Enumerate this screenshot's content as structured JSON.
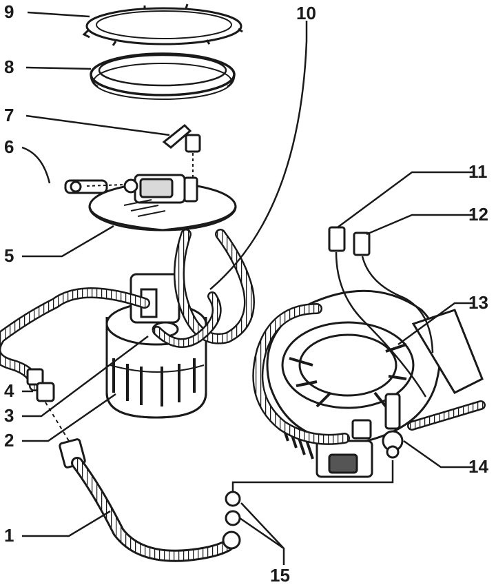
{
  "diagram": {
    "callouts": {
      "c1": "1",
      "c2": "2",
      "c3": "3",
      "c4": "4",
      "c5": "5",
      "c6": "6",
      "c7": "7",
      "c8": "8",
      "c9": "9",
      "c10": "10",
      "c11": "11",
      "c12": "12",
      "c13": "13",
      "c14": "14",
      "c15": "15"
    },
    "colors": {
      "ink": "#1a1a1a",
      "paper": "#ffffff",
      "shade": "#6e6e6e"
    }
  }
}
